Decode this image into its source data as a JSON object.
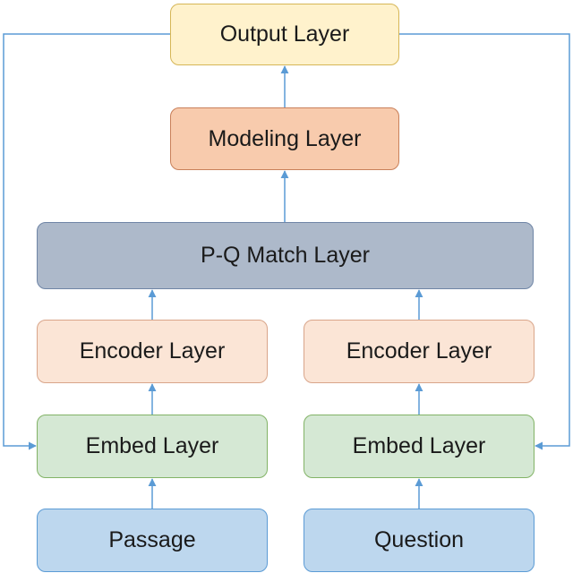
{
  "colors": {
    "arrow": "#5b9bd5",
    "output_fill": "#fff2cc",
    "output_border": "#d6b656",
    "modeling_fill": "#f8cbad",
    "modeling_border": "#c9805a",
    "match_fill": "#adb9ca",
    "match_border": "#6f85a6",
    "encoder_fill": "#fbe5d6",
    "encoder_border": "#d9a58a",
    "embed_fill": "#d5e8d4",
    "embed_border": "#82b366",
    "input_fill": "#bdd7ee",
    "input_border": "#5b9bd5"
  },
  "boxes": {
    "output": "Output Layer",
    "modeling": "Modeling Layer",
    "match": "P-Q Match Layer",
    "encoder_left": "Encoder Layer",
    "encoder_right": "Encoder Layer",
    "embed_left": "Embed Layer",
    "embed_right": "Embed Layer",
    "passage": "Passage",
    "question": "Question"
  }
}
